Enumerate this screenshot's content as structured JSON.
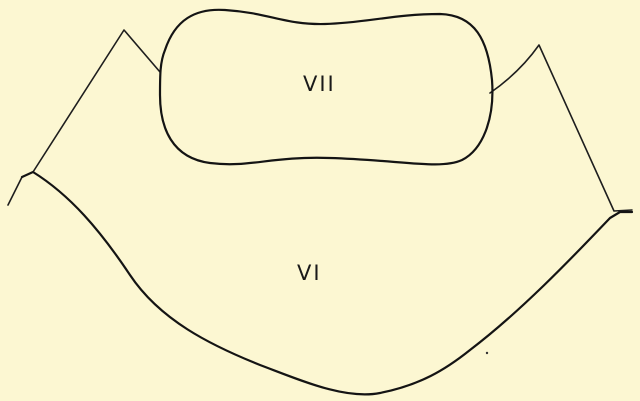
{
  "diagram": {
    "regions": [
      {
        "id": "upper",
        "label": "VII"
      },
      {
        "id": "lower",
        "label": "VI"
      }
    ],
    "colors": {
      "background": "#fcf7d2",
      "ink": "#141414"
    }
  }
}
